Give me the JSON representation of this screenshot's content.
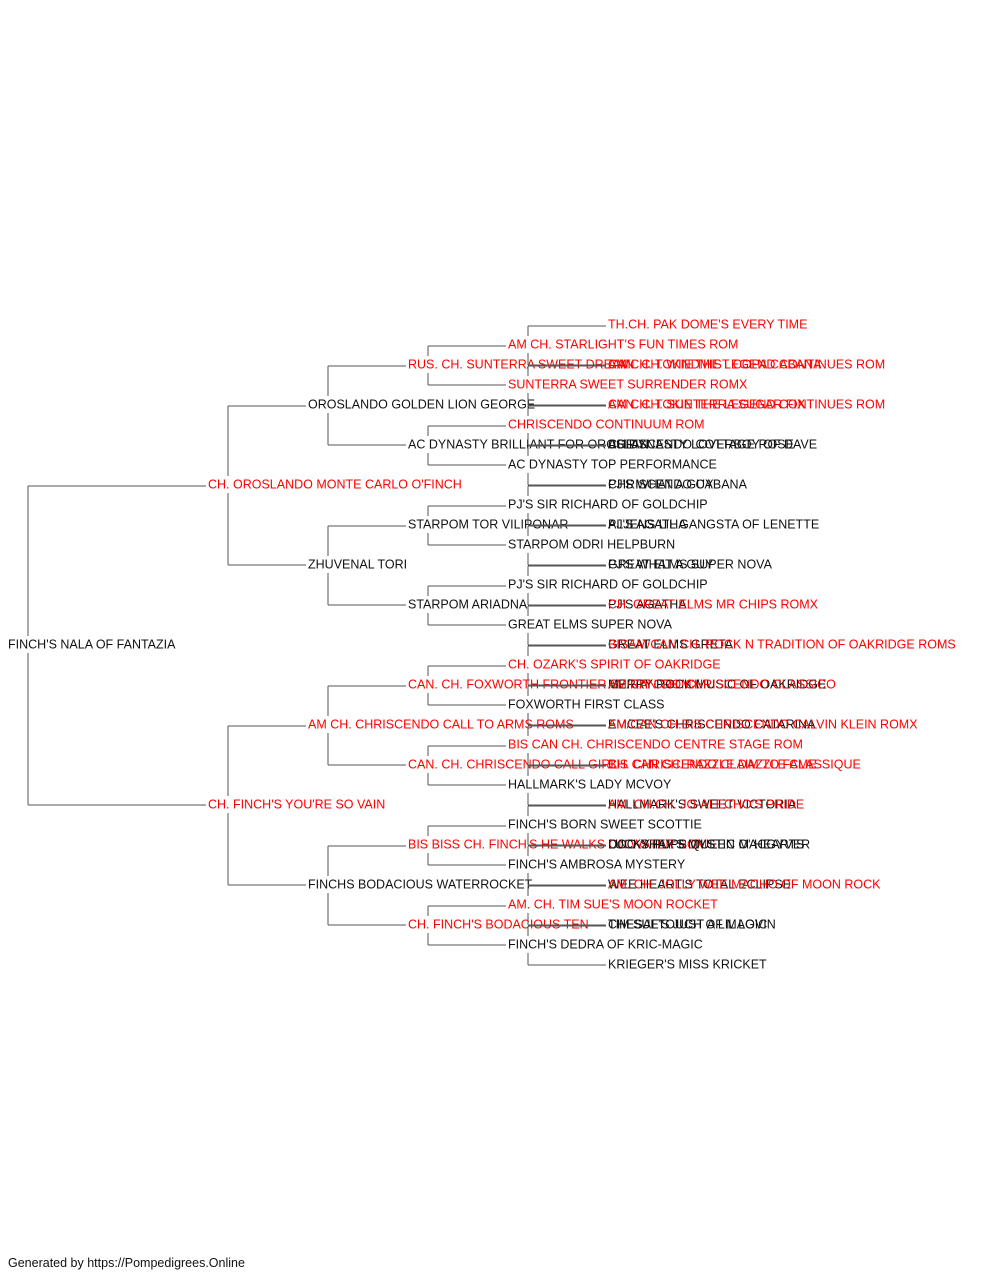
{
  "pedigree": {
    "name": "FINCH'S NALA OF FANTAZIA",
    "titled": false,
    "sire": {
      "name": "CH. OROSLANDO MONTE CARLO O'FINCH",
      "titled": true,
      "sire": {
        "name": "OROSLANDO GOLDEN LION GEORGE",
        "titled": false,
        "sire": {
          "name": "RUS. CH. SUNTERRA SWEET DREAM",
          "titled": true,
          "sire": {
            "name": "AM CH. STARLIGHT'S FUN TIMES ROM",
            "titled": true,
            "sire": {
              "name": "TH.CH. PAK DOME'S EVERY TIME",
              "titled": true
            },
            "dam": {
              "name": "CAN. CH. WINDMIST COPA CABANA",
              "titled": true
            }
          },
          "dam": {
            "name": "SUNTERRA SWEET SURRENDER ROMX",
            "titled": true,
            "sire": {
              "name": "AM CH. TOKIE THE LEGEND CONTINUES ROM",
              "titled": true
            },
            "dam": {
              "name": "CAN. CH. SUNTERRA SUGAR FIX",
              "titled": true
            }
          }
        },
        "dam": {
          "name": "AC DYNASTY BRILLIANT FOR OROSLAN",
          "titled": false,
          "sire": {
            "name": "CHRISCENDO CONTINUUM ROM",
            "titled": true,
            "sire": {
              "name": "AM CH. TOKIE THE LEGEND CONTINUES ROM",
              "titled": true
            },
            "dam": {
              "name": "CHRISCENDO COTTAGE ROSE",
              "titled": false
            }
          },
          "dam": {
            "name": "AC DYNASTY TOP PERFORMANCE",
            "titled": false,
            "sire": {
              "name": "AC DYNASTY LOVERBOY OF DAVE",
              "titled": false
            },
            "dam": {
              "name": "CHRISCENDO CABANA",
              "titled": false
            }
          }
        }
      },
      "dam": {
        "name": "ZHUVENAL TORI",
        "titled": false,
        "sire": {
          "name": "STARPOM TOR VILIPONAR",
          "titled": false,
          "sire": {
            "name": "PJ'S SIR RICHARD OF GOLDCHIP",
            "titled": false,
            "sire": {
              "name": "PJ'S WHAT A GUY",
              "titled": false
            },
            "dam": {
              "name": "PJ'S AGATHA",
              "titled": false
            }
          },
          "dam": {
            "name": "STARPOM ODRI HELPBURN",
            "titled": false,
            "sire": {
              "name": "ALJENS LIL GANGSTA OF LENETTE",
              "titled": false
            },
            "dam": {
              "name": "GREAT ELMS SUPER NOVA",
              "titled": false
            }
          }
        },
        "dam": {
          "name": "STARPOM ARIADNA",
          "titled": false,
          "sire": {
            "name": "PJ'S SIR RICHARD OF GOLDCHIP",
            "titled": false,
            "sire": {
              "name": "PJ'S WHAT A GUY",
              "titled": false
            },
            "dam": {
              "name": "PJ'S AGATHA",
              "titled": false
            }
          },
          "dam": {
            "name": "GREAT ELMS SUPER NOVA",
            "titled": false,
            "sire": {
              "name": "CH. GREAT ELMS MR CHIPS ROMX",
              "titled": true
            },
            "dam": {
              "name": "GREAT ELMS GRETA",
              "titled": false
            }
          }
        }
      }
    },
    "dam": {
      "name": "CH. FINCH'S YOU'RE SO VAIN",
      "titled": true,
      "sire": {
        "name": "AM CH. CHRISCENDO CALL TO ARMS ROMS",
        "titled": true,
        "sire": {
          "name": "CAN. CH. FOXWORTH FRONTIER SPIRIT CROMX",
          "titled": true,
          "sire": {
            "name": "CH. OZARK'S SPIRIT OF OAKRIDGE",
            "titled": true,
            "sire": {
              "name": "BISAM/CAN CH. ROCK N TRADITION OF OAKRIDGE ROMS",
              "titled": true
            },
            "dam": {
              "name": "MERRY ROCK MUSIC OF OAKRIDGE",
              "titled": false
            }
          },
          "dam": {
            "name": "FOXWORTH FIRST CLASS",
            "titled": false,
            "sire": {
              "name": "AM/CAN CH. CHRISCENDO CLASSICO",
              "titled": true
            },
            "dam": {
              "name": "EMCEE'S CHRISCENDO CATARINA",
              "titled": false
            }
          }
        },
        "dam": {
          "name": "CAN. CH. CHRISCENDO CALL GIRL",
          "titled": true,
          "sire": {
            "name": "BIS CAN CH. CHRISCENDO CENTRE STAGE ROM",
            "titled": true,
            "sire": {
              "name": "AM/CAN CH.BIS CHRISCENDO CALVIN KLEIN ROMX",
              "titled": true
            },
            "dam": {
              "name": "BIS CAN CH. RAZZLE DAZZLE CLASSIQUE",
              "titled": true
            }
          },
          "dam": {
            "name": "HALLMARK'S LADY MCVOY",
            "titled": false,
            "sire": {
              "name": "CH. CHRISCENDO CLAIM TO FAME",
              "titled": true
            },
            "dam": {
              "name": "HALLMARK'S SWEET VICTORIA",
              "titled": false
            }
          }
        }
      },
      "dam": {
        "name": "FINCHS BODACIOUS WATERROCKET",
        "titled": false,
        "sire": {
          "name": "BIS BISS CH. FINCH'S HE WALKS ON WATER ROMS",
          "titled": true,
          "sire": {
            "name": "FINCH'S BORN SWEET SCOTTIE",
            "titled": false,
            "sire": {
              "name": "AM. CH.CH. JO-AI ECHO'S PRIDE",
              "titled": true
            },
            "dam": {
              "name": "LUCKY PUPS QUEEN O' HEARTS",
              "titled": false
            }
          },
          "dam": {
            "name": "FINCH'S AMBROSA MYSTERY",
            "titled": false,
            "sire": {
              "name": "DOO-SHAY'S MYSTIC MACGYVER",
              "titled": false
            },
            "dam": {
              "name": "WEE HEART'S TOTAL ECLIPSE",
              "titled": false
            }
          }
        },
        "dam": {
          "name": "CH. FINCH'S BODACIOUS TEN",
          "titled": true,
          "sire": {
            "name": "AM. CH. TIM SUE'S MOON ROCKET",
            "titled": true,
            "sire": {
              "name": "AM. CH. JOLLY WEE MACHO OF MOON ROCK",
              "titled": true
            },
            "dam": {
              "name": "TIM SUE'S JUST A LIL LOVIN",
              "titled": false
            }
          },
          "dam": {
            "name": "FINCH'S DEDRA OF KRIC-MAGIC",
            "titled": false,
            "sire": {
              "name": "CHESAI TOUCH OF MAGIC",
              "titled": false
            },
            "dam": {
              "name": "KRIEGER'S MISS KRICKET",
              "titled": false
            }
          }
        }
      }
    }
  },
  "colors": {
    "titled": "#ff0000",
    "plain": "#111111",
    "line": "#555555"
  },
  "footer": "Generated by https://Pompedigrees.Online"
}
